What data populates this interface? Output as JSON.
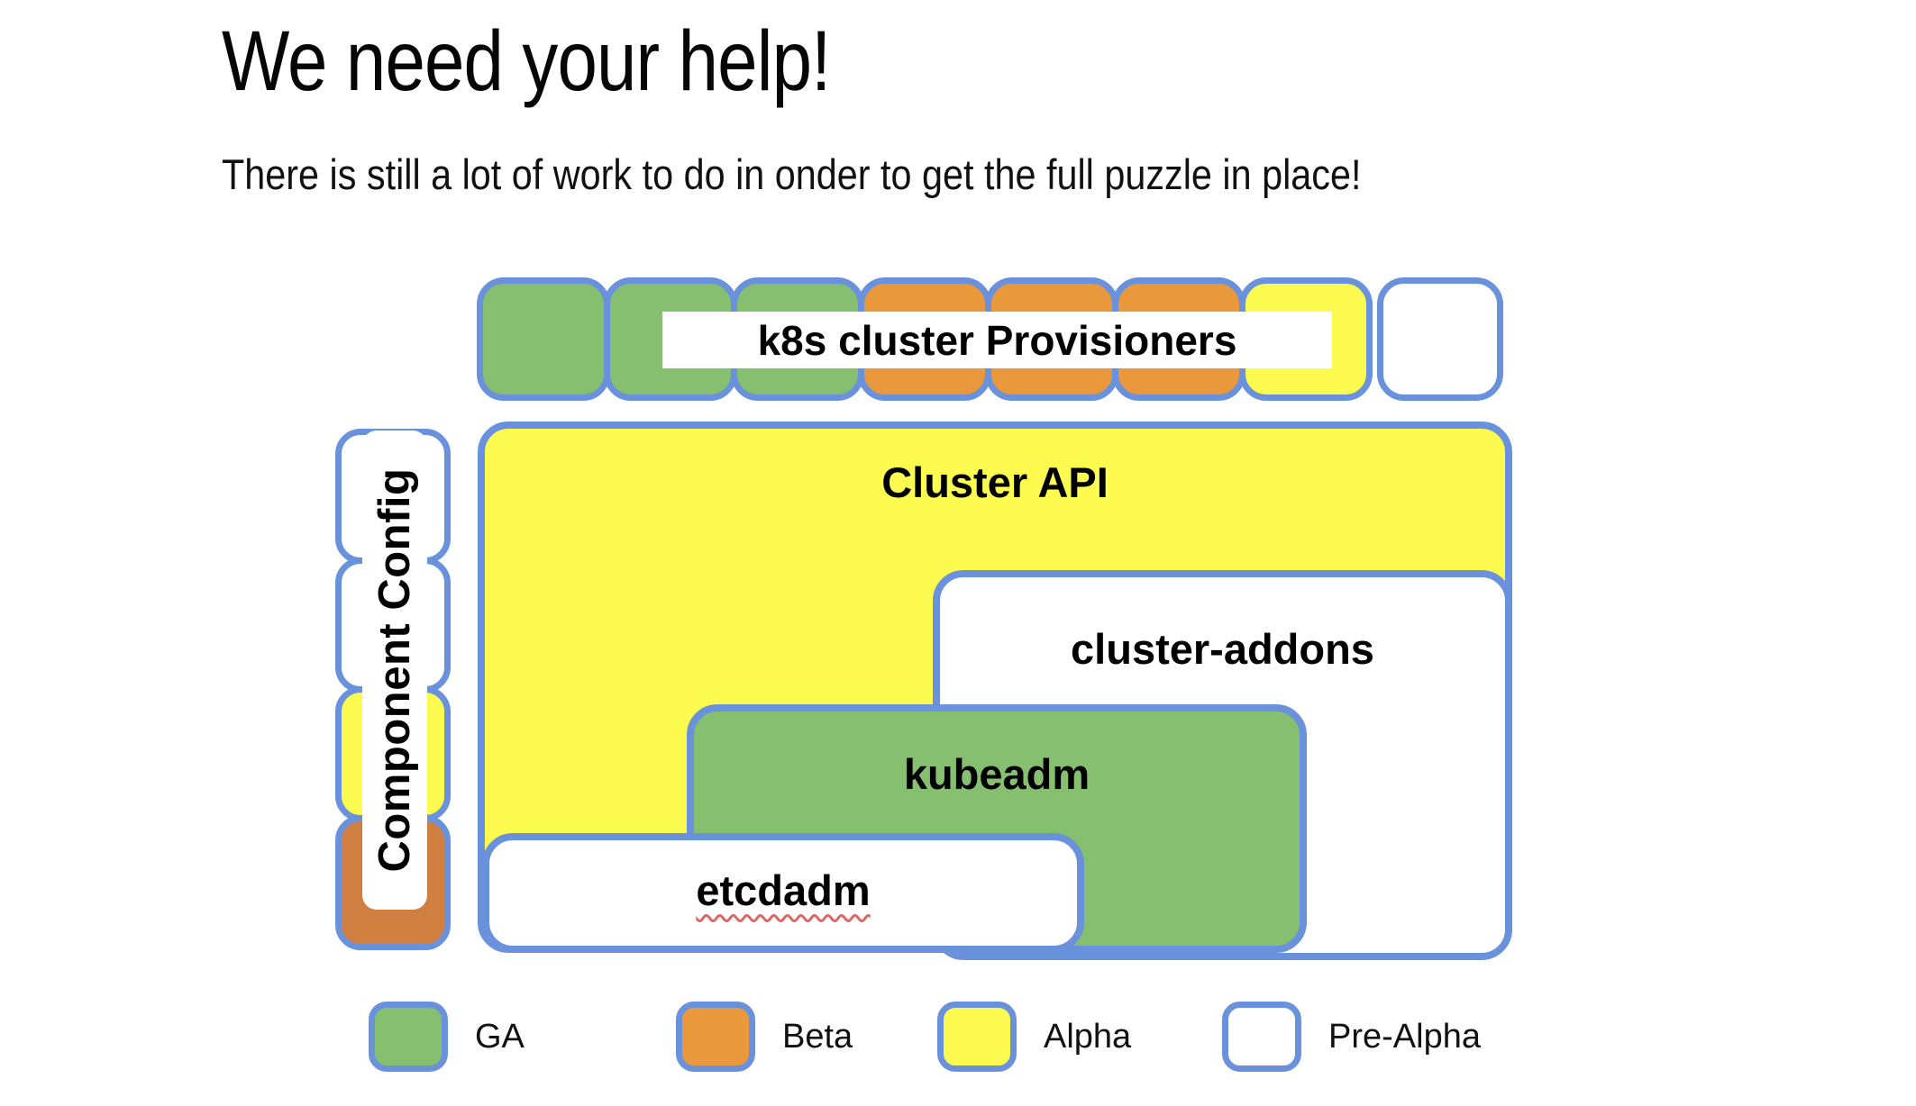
{
  "colors": {
    "ga": "#86BF70",
    "beta": "#E9993C",
    "alpha": "#FDFB4F",
    "pre-alpha": "#FFFFFF",
    "beta-muted": "#D07F41",
    "border": "#6A92DC",
    "misspell": "#E06666"
  },
  "header": {
    "title": "We need your help!",
    "subtitle": "There is still a lot of work to do in onder to get the full puzzle in place!"
  },
  "diagram": {
    "provisioners": {
      "label": "k8s cluster Provisioners",
      "statuses": [
        "ga",
        "ga",
        "ga",
        "beta",
        "beta",
        "beta",
        "alpha",
        "pre-alpha"
      ]
    },
    "component_config": {
      "label": "Component Config",
      "statuses": [
        "pre-alpha",
        "pre-alpha",
        "alpha",
        "beta-muted"
      ]
    },
    "cluster_api": {
      "label": "Cluster API",
      "status": "alpha"
    },
    "cluster_addons": {
      "label": "cluster-addons",
      "status": "pre-alpha"
    },
    "kubeadm": {
      "label": "kubeadm",
      "status": "ga"
    },
    "etcdadm": {
      "label": "etcdadm",
      "status": "pre-alpha"
    }
  },
  "legend": {
    "items": [
      {
        "label": "GA",
        "status": "ga"
      },
      {
        "label": "Beta",
        "status": "beta"
      },
      {
        "label": "Alpha",
        "status": "alpha"
      },
      {
        "label": "Pre-Alpha",
        "status": "pre-alpha"
      }
    ]
  }
}
